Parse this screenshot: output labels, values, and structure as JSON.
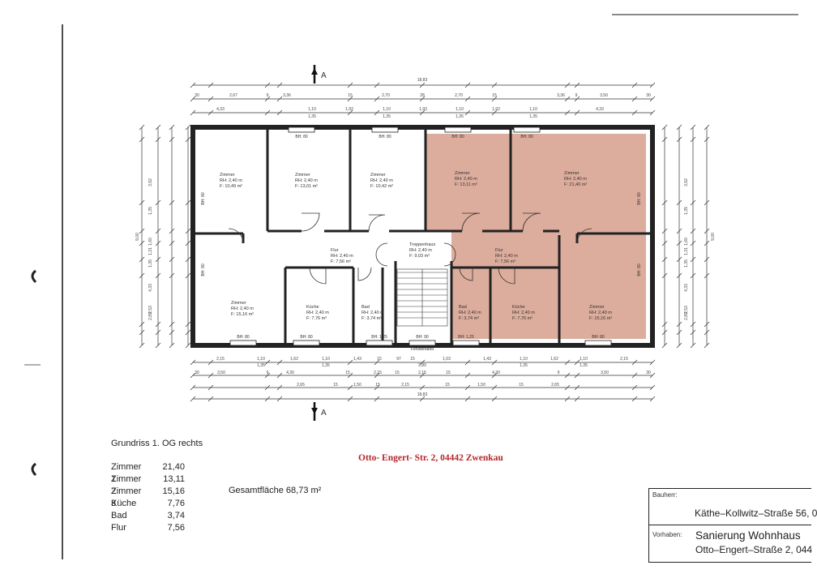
{
  "plan": {
    "section_mark": "A",
    "overall_width": "18,83",
    "overall_depth": "9,00",
    "dims_top_row1": [
      "30",
      "2,67",
      "9",
      "3,36",
      "15",
      "2,70",
      "28",
      "2,70",
      "15",
      "3,36",
      "9",
      "3,50",
      "30"
    ],
    "dims_top_row2": [
      "4,33",
      "1,10",
      "1,92",
      "1,10",
      "1,93",
      "1,10",
      "1,92",
      "1,10",
      "4,33"
    ],
    "dims_top_row2_sub": [
      "1,35",
      "1,35",
      "1,35",
      "1,35"
    ],
    "dims_bottom_row1": [
      "2,15",
      "1,10",
      "1,62",
      "1,10",
      "1,43",
      "15",
      "97",
      "15",
      "1,03",
      "1,43",
      "1,10",
      "1,62",
      "1,10",
      "2,15"
    ],
    "dims_bottom_row1_sub": [
      "1,35",
      "1,35",
      "2,80",
      "1,35",
      "1,35"
    ],
    "dims_bottom_row2": [
      "30",
      "3,50",
      "9",
      "4,30",
      "15",
      "2,15",
      "15",
      "2,15",
      "15",
      "4,30",
      "9",
      "3,50",
      "30"
    ],
    "dims_bottom_row3": [
      "2,65",
      "15",
      "1,50",
      "15",
      "2,15",
      "15",
      "1,50",
      "15",
      "2,65"
    ],
    "dims_left": [
      "3,92",
      "1,35",
      "1,60",
      "1,31",
      "1,35",
      "2,53",
      "2,89",
      "4,33"
    ],
    "dims_right": [
      "3,92",
      "1,35",
      "1,60",
      "1,31",
      "1,35",
      "2,53",
      "2,89",
      "4,33"
    ],
    "rooms": [
      {
        "name": "Zimmer",
        "rh": "RH: 2,40 m",
        "area": "F: 10,49 m²"
      },
      {
        "name": "Zimmer",
        "rh": "RH: 2,40 m",
        "area": "F: 13,01 m²"
      },
      {
        "name": "Zimmer",
        "rh": "RH: 2,40 m",
        "area": "F: 10,42 m²"
      },
      {
        "name": "Zimmer",
        "rh": "RH: 2,40 m",
        "area": "F: 13,11 m²"
      },
      {
        "name": "Zimmer",
        "rh": "RH: 2,40 m",
        "area": "F: 21,40 m²"
      },
      {
        "name": "Zimmer",
        "rh": "RH: 2,40 m",
        "area": "F: 15,16 m²"
      },
      {
        "name": "Flur",
        "rh": "RH: 2,40 m",
        "area": "F: 7,56 m²"
      },
      {
        "name": "Küche",
        "rh": "RH: 2,40 m",
        "area": "F: 7,76 m²"
      },
      {
        "name": "Bad",
        "rh": "RH: 2,40 m",
        "area": "F: 3,74 m²"
      },
      {
        "name": "Treppenhaus",
        "rh": "RH: 2,40 m",
        "area": "F: 9,03 m²"
      },
      {
        "name": "Bad",
        "rh": "RH: 2,40 m",
        "area": "F: 3,74 m²"
      },
      {
        "name": "Küche",
        "rh": "RH: 2,40 m",
        "area": "F: 7,76 m²"
      },
      {
        "name": "Flur",
        "rh": "RH: 2,40 m",
        "area": "F: 7,56 m²"
      },
      {
        "name": "Zimmer",
        "rh": "RH: 2,40 m",
        "area": "F: 15,16 m²"
      }
    ],
    "window_labels": [
      "BH: 80",
      "BH: 80",
      "BH: 80",
      "BH: 80",
      "BH: 80",
      "BH: 80",
      "BH: 80",
      "BH: 80",
      "BH: 1,25",
      "BH: 90",
      "BH: 1,25",
      "BH: 80",
      "BH: 80",
      "BH: 80"
    ],
    "stair_label": "Fensterband",
    "highlight_color": "#dcac9c"
  },
  "legend": {
    "title": "Grundriss 1. OG  rechts",
    "items": [
      {
        "name": "Zimmer 1",
        "value": "21,40"
      },
      {
        "name": "Zimmer 2",
        "value": "13,11"
      },
      {
        "name": "Zimmer 3",
        "value": "15,16"
      },
      {
        "name": "Küche",
        "value": "7,76"
      },
      {
        "name": "Bad",
        "value": "3,74"
      },
      {
        "name": "Flur",
        "value": "7,56"
      }
    ]
  },
  "total": "Gesamtfläche  68,73 m²",
  "address": "Otto- Engert- Str. 2, 04442 Zwenkau",
  "titleblock": {
    "bauherr_label": "Bauherr:",
    "bauherr_value": "Käthe–Kollwitz–Straße 56, 0",
    "vorhaben_label": "Vorhaben:",
    "vorhaben_value": "Sanierung Wohnhaus",
    "vorhaben_address": "Otto–Engert–Straße 2, 044"
  }
}
